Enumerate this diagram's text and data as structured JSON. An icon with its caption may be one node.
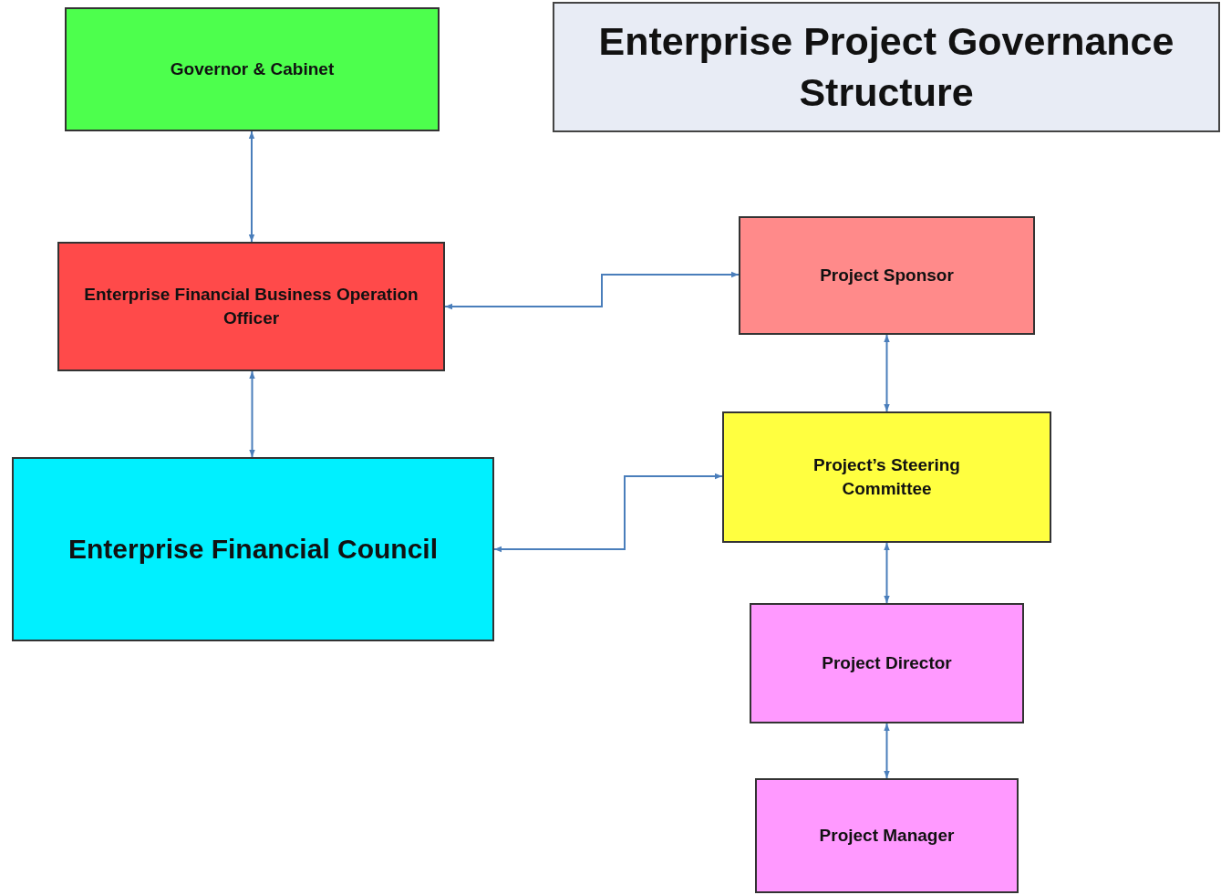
{
  "diagram": {
    "title": "Enterprise Project Governance Structure",
    "nodes": [
      {
        "text": [
          "Governor & Cabinet"
        ]
      },
      {
        "text": [
          "Enterprise Financial Business Operation Officer"
        ]
      },
      {
        "text": [
          "Enterprise Financial Council"
        ]
      },
      {
        "text": [
          "Project Sponsor"
        ]
      },
      {
        "text": [
          "Project’s Steering Committee"
        ]
      },
      {
        "text": [
          "Project Director"
        ]
      },
      {
        "text": [
          "Project Manager"
        ]
      }
    ],
    "edges": [
      {
        "from": 0,
        "to": 1,
        "arrow": "both"
      },
      {
        "from": 1,
        "to": 2,
        "arrow": "both"
      },
      {
        "from": 1,
        "to": 3,
        "arrow": "both"
      },
      {
        "from": 2,
        "to": 4,
        "arrow": "both"
      },
      {
        "from": 3,
        "to": 4,
        "arrow": "both"
      },
      {
        "from": 4,
        "to": 5,
        "arrow": "both"
      },
      {
        "from": 5,
        "to": 6,
        "arrow": "both"
      }
    ]
  }
}
